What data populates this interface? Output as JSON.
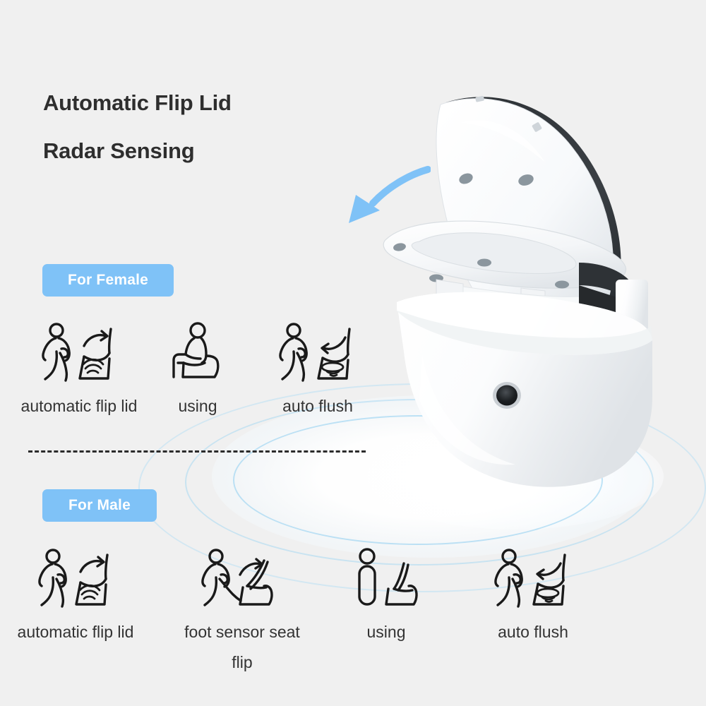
{
  "page": {
    "background_color": "#f0f0f0",
    "accent_color": "#7fc2f7",
    "text_color": "#333333"
  },
  "title": {
    "line1": "Automatic Flip Lid",
    "line2": "Radar Sensing"
  },
  "badges": {
    "female": "For Female",
    "male": "For Male"
  },
  "female_features": [
    {
      "icon": "walking-person-toilet-lid-open-radar-icon",
      "caption": "automatic flip lid"
    },
    {
      "icon": "person-sitting-on-toilet-icon",
      "caption": "using"
    },
    {
      "icon": "walking-person-toilet-flush-swirl-icon",
      "caption": "auto flush"
    }
  ],
  "male_features": [
    {
      "icon": "walking-person-toilet-lid-open-radar-icon",
      "caption": "automatic flip lid"
    },
    {
      "icon": "person-foot-sensor-seat-flip-icon",
      "caption": "foot sensor seat flip"
    },
    {
      "icon": "person-standing-at-toilet-seat-up-icon",
      "caption": "using"
    },
    {
      "icon": "walking-person-toilet-flush-swirl-icon",
      "caption": "auto flush"
    }
  ],
  "product": {
    "name": "smart-toilet-with-open-lid",
    "lid_state": "open",
    "sensor_name": "radar-sensor-port"
  },
  "annotations": {
    "flip_arrow": "blue-curved-down-arrow",
    "divider": "dashed-separator-line",
    "radar_rings": "radar-sensing-waves"
  }
}
